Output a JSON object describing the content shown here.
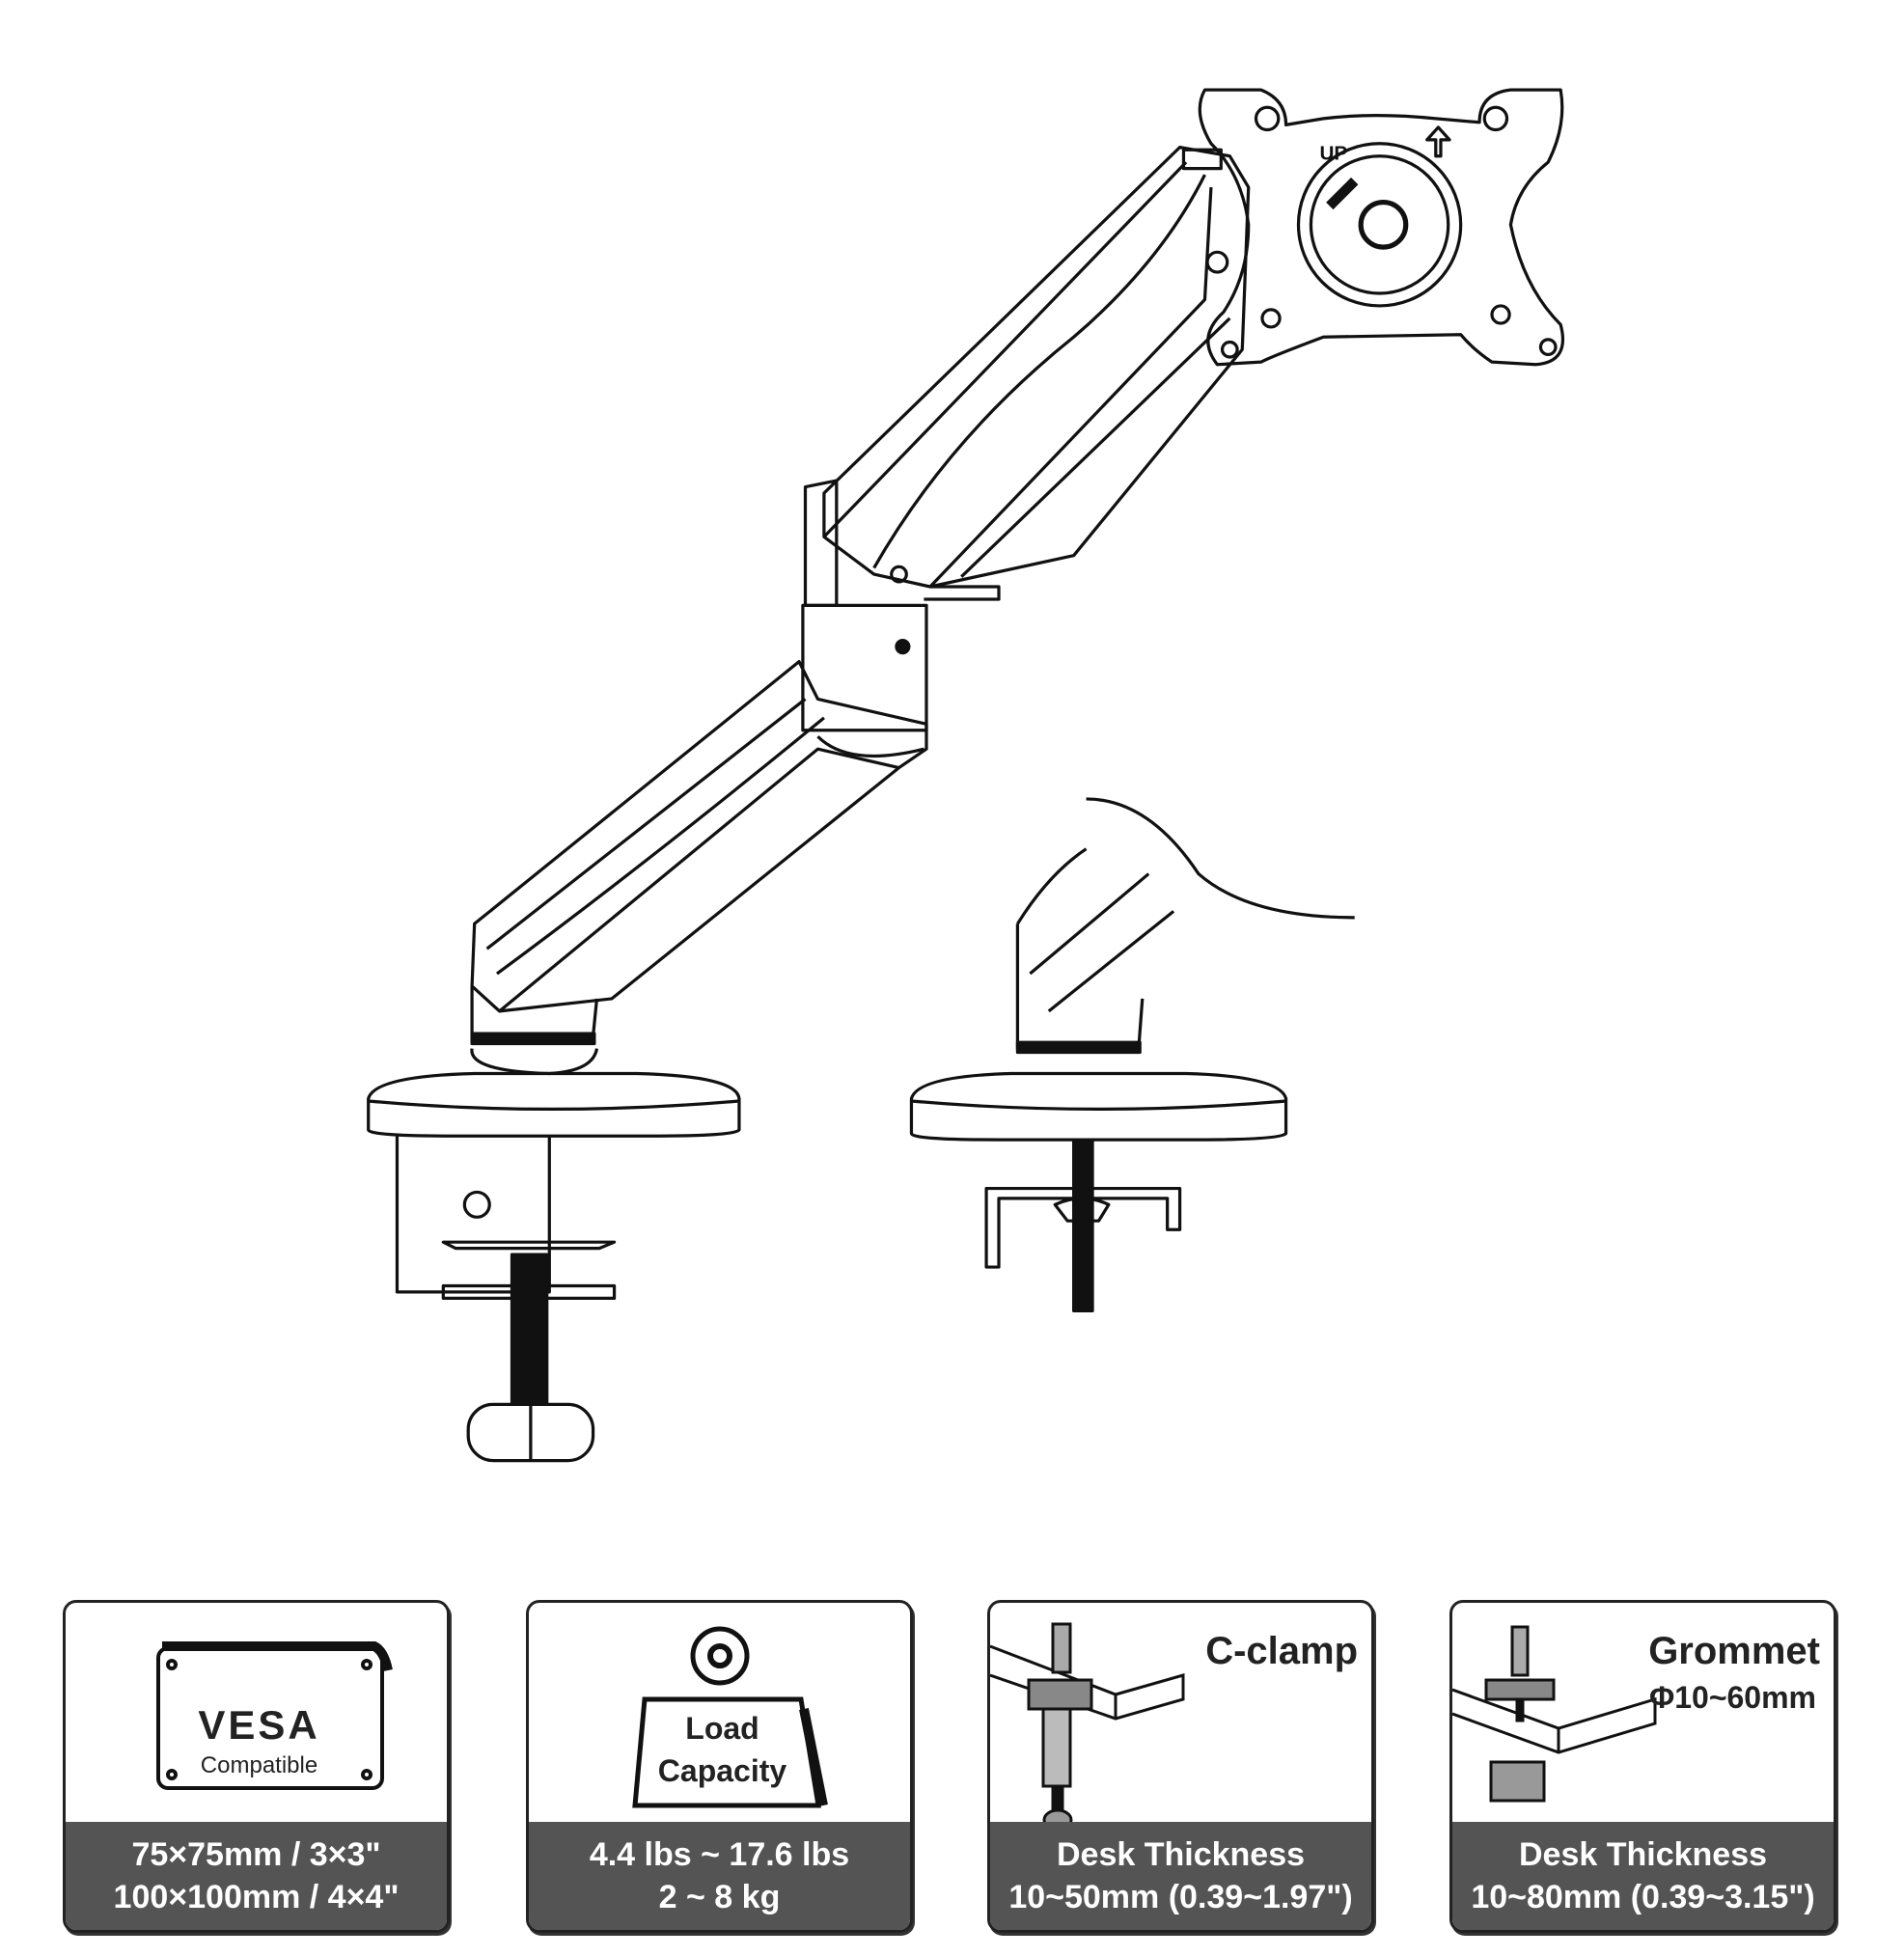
{
  "plate_label": "UP",
  "cards": [
    {
      "icon_title": "VESA",
      "icon_subtitle": "Compatible",
      "line1": "75×75mm / 3×3\"",
      "line2": "100×100mm / 4×4\""
    },
    {
      "icon_title": "Load",
      "icon_subtitle": "Capacity",
      "line1": "4.4 lbs ~ 17.6 lbs",
      "line2": "2 ~ 8 kg"
    },
    {
      "heading": "C-clamp",
      "line1": "Desk Thickness",
      "line2": "10~50mm (0.39~1.97\")"
    },
    {
      "heading": "Grommet",
      "subheading": "Φ10~60mm",
      "line1": "Desk Thickness",
      "line2": "10~80mm (0.39~3.15\")"
    }
  ]
}
